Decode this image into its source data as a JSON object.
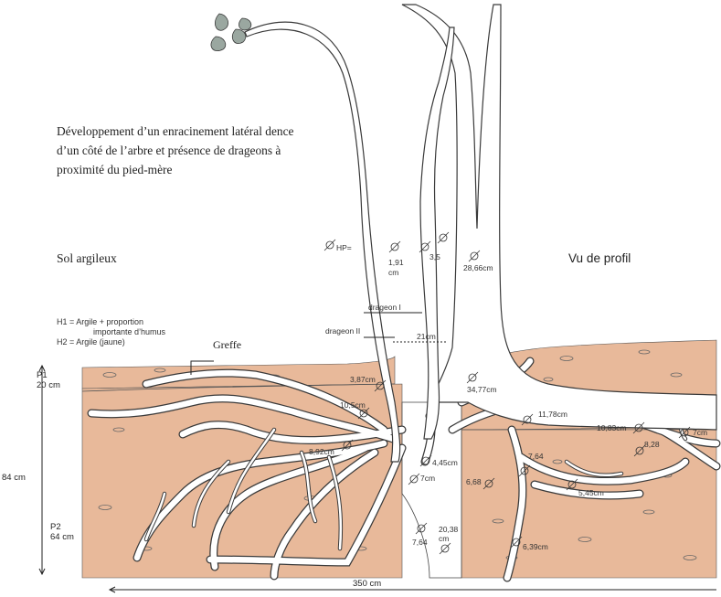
{
  "description": "Développement d’un enracinement latéral dence d’un côté de l’arbre et présence de drageons à proximité du pied-mère",
  "soil_type": "Sol argileux",
  "view_label": "Vu de profil",
  "legend": {
    "h1_line1": "H1 = Argile + proportion",
    "h1_line2": "importante d’humus",
    "h2": "H2 = Argile (jaune)"
  },
  "greffe_label": "Greffe",
  "trunk_labels": {
    "hp": "HP=",
    "d1": "1,91",
    "d1_unit": "cm",
    "d2": "3,5",
    "d3": "28,66cm",
    "drageon_1": "drageon I",
    "drageon_2": "drageon II",
    "gap": "21cm"
  },
  "layers": {
    "p1_name": "P1",
    "p1_depth": "20 cm",
    "p2_name": "P2",
    "p2_depth": "64 cm",
    "total_depth": "84 cm",
    "width": "350 cm"
  },
  "root_labels": {
    "r1": "3,87cm",
    "r2": "34,77cm",
    "r3": "10,5cm",
    "r4": "11,78cm",
    "r5": "10,83cm",
    "r6": "7cm",
    "r7": "8,28",
    "r8": "8,92cm",
    "r9": "4,45cm",
    "r10": "7,64",
    "r11": "7cm",
    "r12": "6,68",
    "r13": "5,45cm",
    "r14": "20,38",
    "r14_unit": "cm",
    "r15": "7,64",
    "r16": "6,39cm"
  },
  "colors": {
    "soil": "#e8b99a",
    "soil_dark": "#d9a88a",
    "line": "#3a3a3a"
  }
}
